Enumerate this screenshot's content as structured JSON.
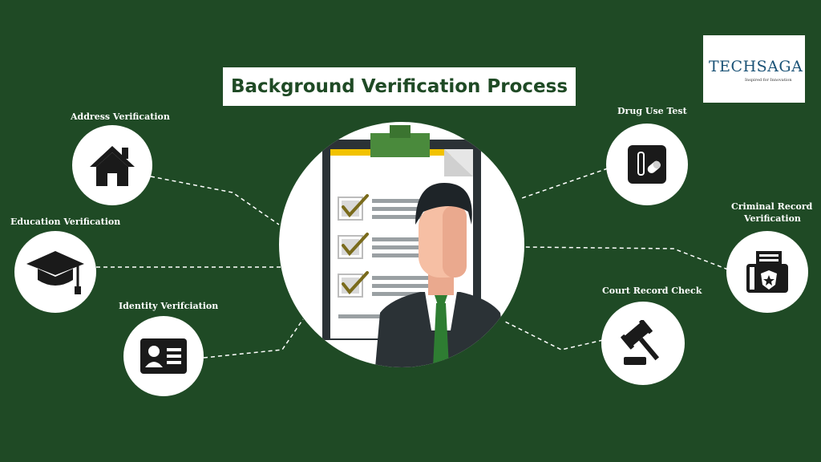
{
  "title": "Background Verification Process",
  "logo": {
    "name": "TECHSAGA",
    "tagline": "Inspired for Innovation"
  },
  "steps": [
    {
      "label": "Address Verification",
      "icon": "house-icon"
    },
    {
      "label": "Education Verification",
      "icon": "graduation-cap-icon"
    },
    {
      "label": "Identity Verifciation",
      "icon": "id-card-icon"
    },
    {
      "label": "Drug Use Test",
      "icon": "test-tube-pill-icon"
    },
    {
      "label_line1": "Criminal Record",
      "label_line2": "Verification",
      "icon": "police-badge-folder-icon"
    },
    {
      "label": "Court Record Check",
      "icon": "gavel-icon"
    }
  ],
  "colors": {
    "background": "#1f4a25",
    "accent": "#f2c200",
    "check": "#7a6b1c",
    "tie": "#2e7d32"
  }
}
